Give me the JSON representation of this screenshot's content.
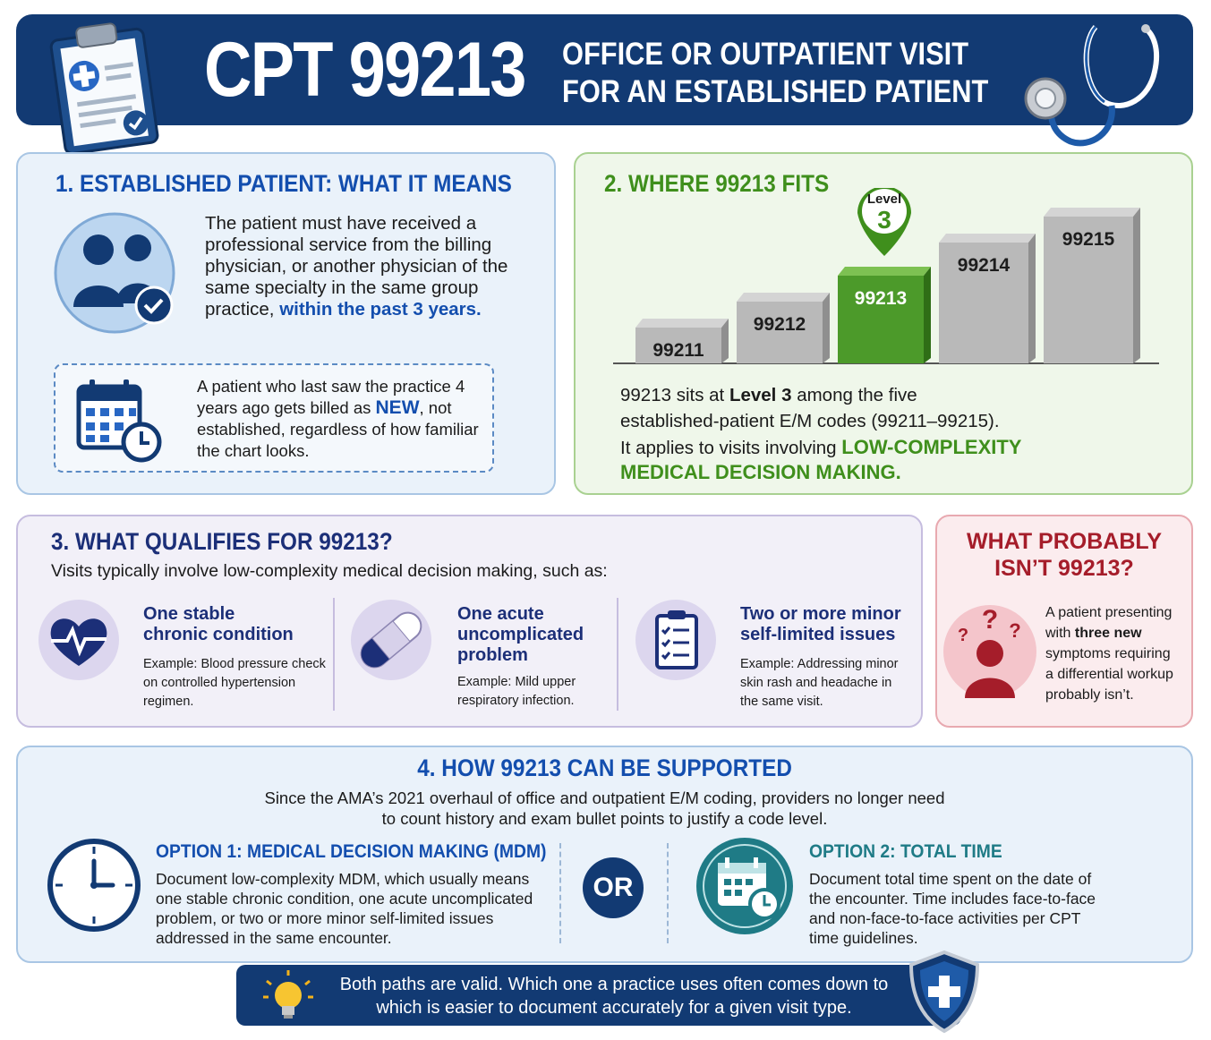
{
  "header": {
    "code": "CPT 99213",
    "subtitle_line1": "OFFICE OR OUTPATIENT VISIT",
    "subtitle_line2": "FOR AN ESTABLISHED PATIENT",
    "icons": [
      "clipboard-icon",
      "stethoscope-icon"
    ]
  },
  "section1": {
    "title": "1. ESTABLISHED PATIENT: WHAT IT MEANS",
    "text": "The patient must have received a professional service from the billing physician, or another physician of the same specialty in the same group practice,",
    "highlight": "within the past 3 years.",
    "note_part1": "A patient who last saw the practice 4 years ago gets billed as",
    "note_new": "NEW",
    "note_part2": ", not established, regardless of how familiar the chart looks.",
    "icons": [
      "established-patients-icon",
      "calendar-clock-icon"
    ]
  },
  "section2": {
    "title": "2. WHERE 99213 FITS",
    "pin_label": "Level",
    "pin_number": "3",
    "line1_a": "99213 sits at",
    "line1_b": "Level 3",
    "line1_c": "among the five",
    "line2": "established-patient E/M codes (99211–99215).",
    "line3_a": "It applies to visits involving",
    "line3_b": "LOW-COMPLEXITY",
    "line4": "MEDICAL DECISION MAKING."
  },
  "chart_data": {
    "type": "bar",
    "categories": [
      "99211",
      "99212",
      "99213",
      "99214",
      "99215"
    ],
    "values": [
      1,
      2,
      3,
      4,
      5
    ],
    "highlight": "99213",
    "colors": {
      "default": "#b9b9b9",
      "highlight": "#4c9a2a"
    }
  },
  "section3": {
    "title": "3. WHAT QUALIFIES FOR 99213?",
    "intro": "Visits typically involve low-complexity medical decision making, such as:",
    "items": [
      {
        "title_l1": "One stable",
        "title_l2": "chronic condition",
        "title_l3": "",
        "example_l1": "Example: Blood pressure check",
        "example_l2": "on controlled hypertension",
        "example_l3": "regimen.",
        "icon": "heartbeat-icon"
      },
      {
        "title_l1": "One acute",
        "title_l2": "uncomplicated",
        "title_l3": "problem",
        "example_l1": "Example: Mild upper",
        "example_l2": "respiratory infection.",
        "example_l3": "",
        "icon": "bandage-icon"
      },
      {
        "title_l1": "Two or more minor",
        "title_l2": "self-limited issues",
        "title_l3": "",
        "example_l1": "Example: Addressing minor",
        "example_l2": "skin rash and headache in",
        "example_l3": "the same visit.",
        "icon": "checklist-icon"
      }
    ]
  },
  "not_99213": {
    "title_l1": "WHAT PROBABLY",
    "title_l2": "ISN’T 99213?",
    "l1": "A patient presenting",
    "l2a": "with",
    "l2b": "three new",
    "l3": "symptoms requiring",
    "l4": "a differential workup",
    "l5": "probably isn’t.",
    "icon": "confused-patient-icon"
  },
  "section4": {
    "title": "4. HOW 99213 CAN BE SUPPORTED",
    "intro_l1": "Since the AMA’s 2021 overhaul of office and outpatient E/M coding, providers no longer need",
    "intro_l2": "to count history and exam bullet points to justify a code level.",
    "option1_title": "OPTION 1: MEDICAL DECISION MAKING (MDM)",
    "option1_l1": "Document low-complexity MDM, which usually means",
    "option1_l2": "one stable chronic condition, one acute uncomplicated",
    "option1_l3": "problem, or two or more minor self-limited issues",
    "option1_l4": "addressed in the same encounter.",
    "or_label": "OR",
    "option2_title": "OPTION 2: TOTAL TIME",
    "option2_l1": "Document total time spent on the date of",
    "option2_l2": "the encounter. Time includes face-to-face",
    "option2_l3": "and non-face-to-face activities per CPT",
    "option2_l4": "time guidelines.",
    "icons": [
      "clock-icon",
      "calendar-time-icon"
    ]
  },
  "footer": {
    "l1": "Both paths are valid. Which one a practice uses often comes down to",
    "l2": "which is easier to document accurately for a given visit type.",
    "icons": [
      "lightbulb-icon",
      "shield-cross-icon"
    ]
  },
  "colors": {
    "navy": "#123a73",
    "blue": "#134eae",
    "green": "#3f8f1c",
    "red": "#a51d2a",
    "purple": "#1c2f78"
  }
}
